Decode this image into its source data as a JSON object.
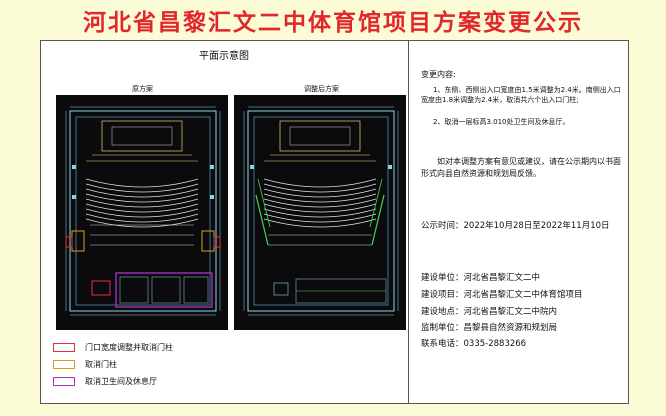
{
  "title": "河北省昌黎汇文二中体育馆项目方案变更公示",
  "plan": {
    "title": "平面示意图",
    "original_label": "原方案",
    "adjusted_label": "调整后方案"
  },
  "legend": [
    {
      "label": "门口宽度调整并取消门柱",
      "color": "#e0303a"
    },
    {
      "label": "取消门柱",
      "color": "#d8a020"
    },
    {
      "label": "取消卫生间及休息厅",
      "color": "#b030c8"
    }
  ],
  "changes": {
    "heading": "变更内容:",
    "item1": "1、东侧、西侧出入口宽度由1.5米调整为2.4米。南侧出入口宽度由1.8米调整为2.4米，取消共六个出入口门柱;",
    "item2": "2、取消一层标高3.010处卫生间及休息厅。",
    "feedback": "如对本调整方案有意见或建议，请在公示期内以书面形式向县自然资源和规划局反馈。"
  },
  "notice_period": "公示时间：2022年10月28日至2022年11月10日",
  "info": [
    {
      "label": "建设单位：",
      "value": "河北省昌黎汇文二中"
    },
    {
      "label": "建设项目：",
      "value": "河北省昌黎汇文二中体育馆项目"
    },
    {
      "label": "建设地点：",
      "value": "河北省昌黎汇文二中院内"
    },
    {
      "label": "监制单位：",
      "value": "昌黎县自然资源和规划局"
    },
    {
      "label": "联系电话：",
      "value": "0335-2883266"
    }
  ]
}
